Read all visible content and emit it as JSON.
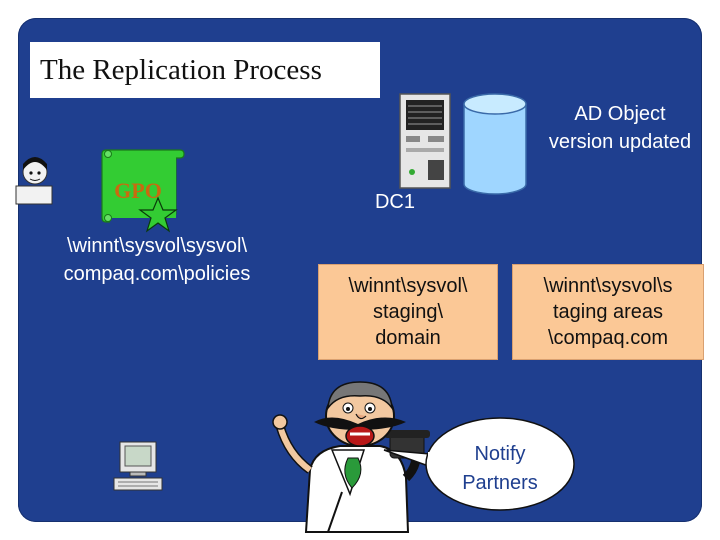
{
  "slide": {
    "title": "The Replication Process",
    "ad_object_line1": "AD Object",
    "ad_object_line2": "version updated",
    "dc_label": "DC1",
    "gpo_label": "GPO",
    "sysvol_path_line1": "\\winnt\\sysvol\\sysvol\\",
    "sysvol_path_line2": "compaq.com\\policies",
    "staging_box": {
      "line1": "\\winnt\\sysvol\\",
      "line2": "staging\\",
      "line3": "domain"
    },
    "staging_areas_box": {
      "line1": "\\winnt\\sysvol\\s",
      "line2": "taging areas",
      "line3": "\\compaq.com"
    },
    "notify_line1": "Notify",
    "notify_line2": "Partners"
  },
  "colors": {
    "background": "#1f3f8f",
    "box_fill": "#fbc896",
    "cylinder": "#9fd6ff",
    "scroll": "#33cc33",
    "gpo_text": "#c96a10"
  },
  "icons": [
    "user-icon",
    "scroll-icon",
    "star-icon",
    "server-icon",
    "database-cylinder-icon",
    "workstation-icon",
    "announcer-figure-icon",
    "speech-bubble-icon"
  ]
}
